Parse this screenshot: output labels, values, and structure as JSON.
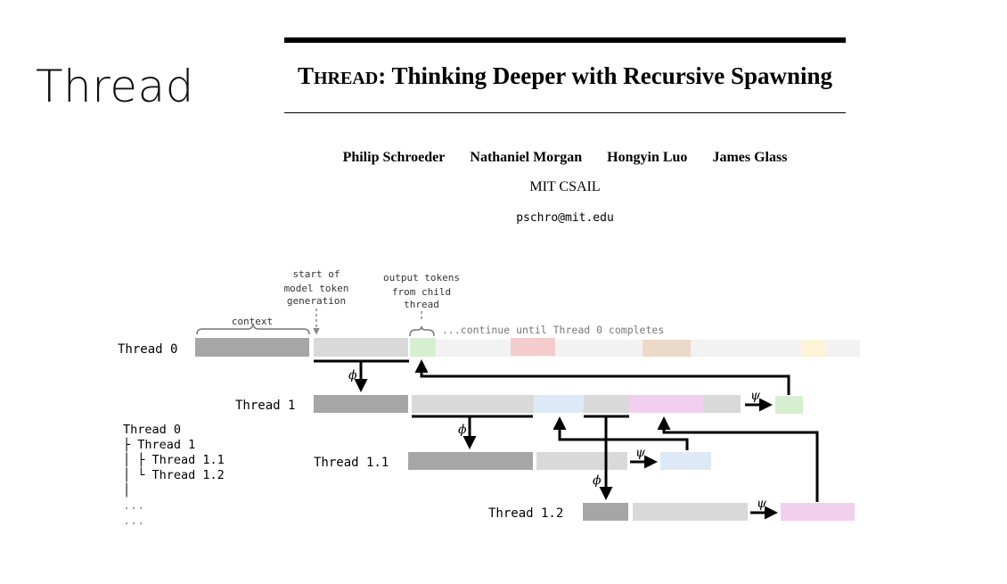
{
  "slide": {
    "title": "Thread"
  },
  "paper": {
    "title_first_letter": "T",
    "title_smallcaps": "HREAD",
    "title_rest": ": Thinking Deeper with Recursive Spawning",
    "authors": [
      "Philip Schroeder",
      "Nathaniel Morgan",
      "Hongyin Luo",
      "James Glass"
    ],
    "affiliation": "MIT CSAIL",
    "email": "pschro@mit.edu"
  },
  "diagram": {
    "annotations": {
      "start_line1": "start of",
      "start_line2": "model token",
      "start_line3": "generation",
      "output_line1": "output tokens",
      "output_line2": "from child",
      "output_line3": "thread",
      "context": "context",
      "continue": "...continue until Thread 0 completes"
    },
    "thread_labels": {
      "t0": "Thread 0",
      "t1": "Thread 1",
      "t11": "Thread 1.1",
      "t12": "Thread 1.2"
    },
    "symbols": {
      "spawn": "ϕ",
      "join": "ψ"
    },
    "colors": {
      "context": "#a6a6a6",
      "generated": "#d9d9d9",
      "faded": "#f2f2f2",
      "green": "#d5efd0",
      "blue": "#dceaf7",
      "pink": "#f2cfee",
      "red_faded": "#f4cccc",
      "tan_faded": "#ead9c6",
      "yellow_faded": "#fdf3d6"
    }
  },
  "tree": {
    "root": "Thread 0",
    "child": "├ Thread 1",
    "grand1": "│  ├ Thread 1.1",
    "grand2": "│  └ Thread 1.2",
    "pipe": "│",
    "dots1": "...",
    "dots2": "..."
  }
}
